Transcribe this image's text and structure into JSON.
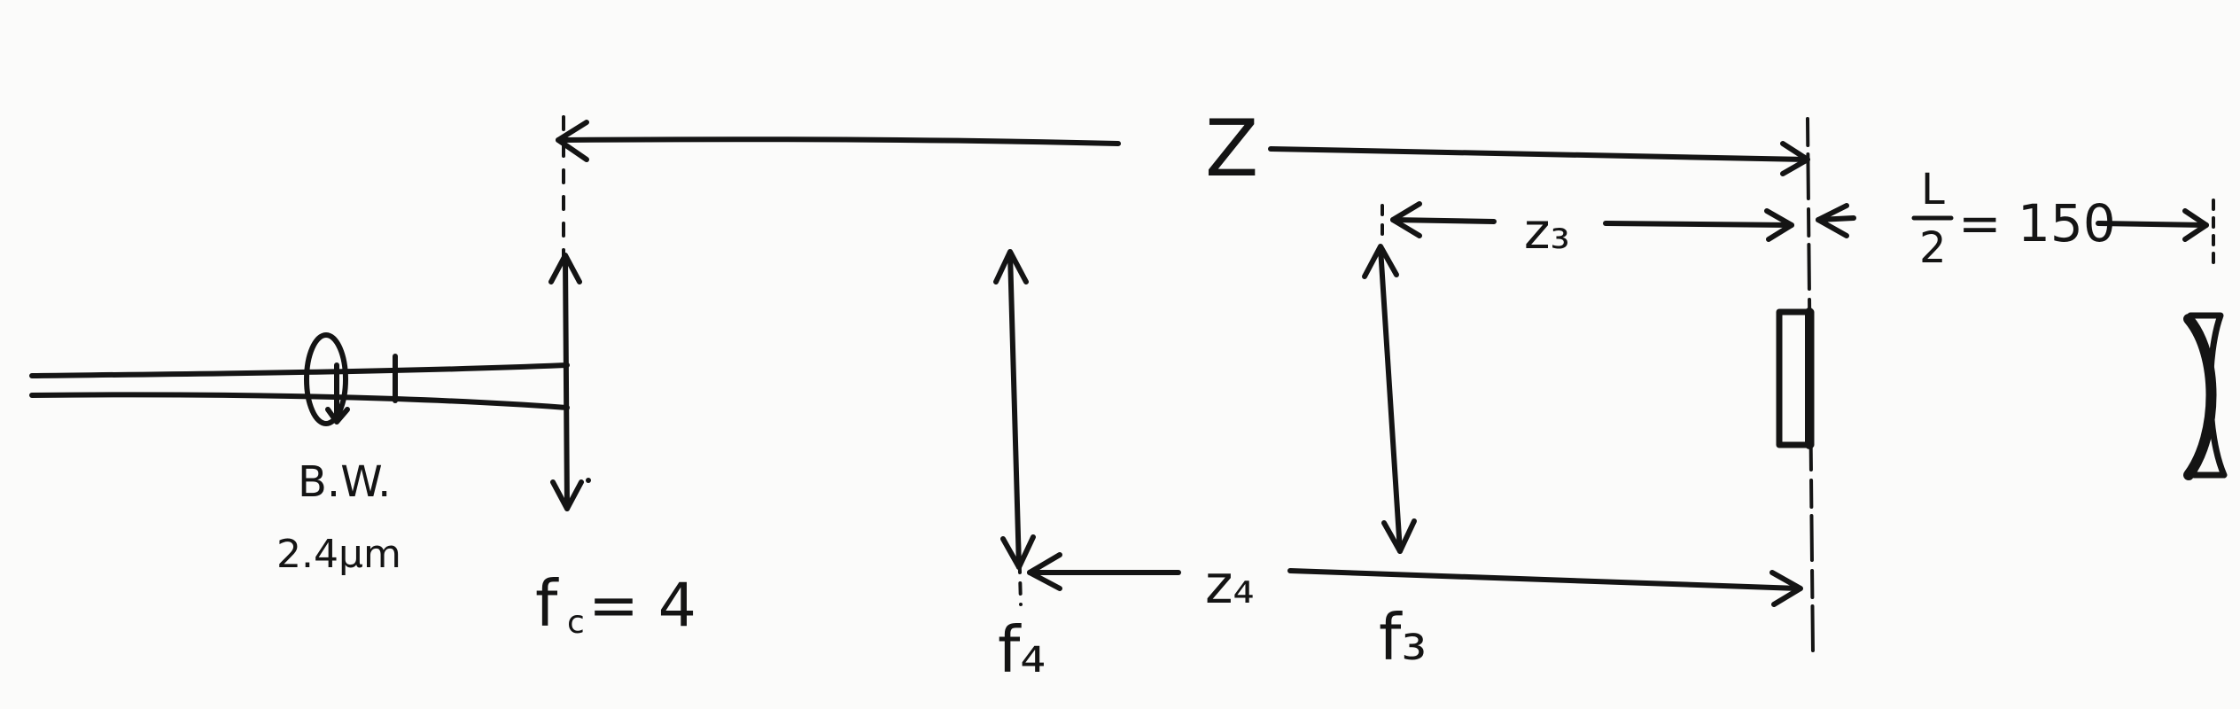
{
  "labels": {
    "distance_total": "Z",
    "distance_z3": "z₃",
    "distance_z4": "z₄",
    "half_length": "= 150",
    "fraction_numerator": "L",
    "fraction_denominator": "2",
    "fiber_label": "B.W.",
    "wavelength": "2.4µm",
    "f_c_symbol": "f",
    "f_c_subscript": "c",
    "f_c_value": "= 4",
    "f3": "f₃",
    "f4": "f₄"
  }
}
